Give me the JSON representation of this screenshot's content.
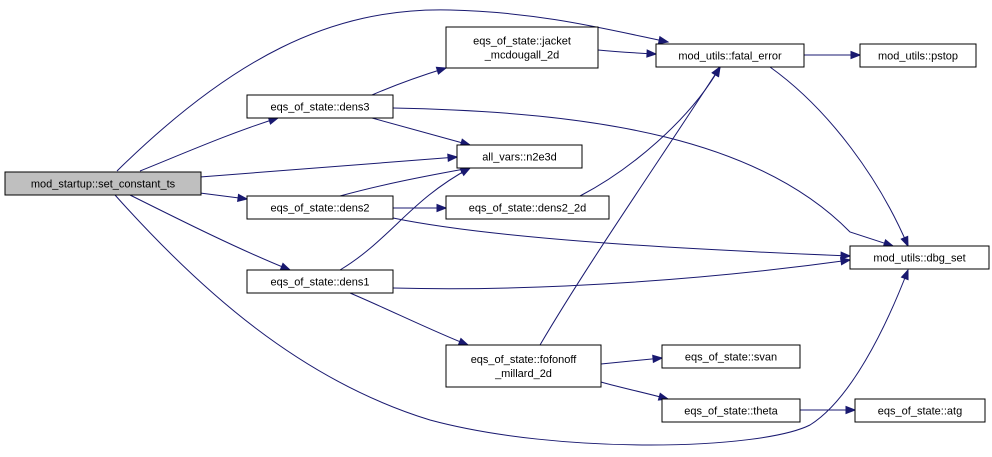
{
  "graph": {
    "edge_color": "#191970",
    "root_fill": "#bfbfbf",
    "nodes": [
      {
        "id": "set_constant_ts",
        "lines": [
          "mod_startup::set_constant_ts"
        ],
        "root": true
      },
      {
        "id": "dens3",
        "lines": [
          "eqs_of_state::dens3"
        ]
      },
      {
        "id": "dens2",
        "lines": [
          "eqs_of_state::dens2"
        ]
      },
      {
        "id": "dens1",
        "lines": [
          "eqs_of_state::dens1"
        ]
      },
      {
        "id": "jacket",
        "lines": [
          "eqs_of_state::jacket",
          "_mcdougall_2d"
        ]
      },
      {
        "id": "n2e3d",
        "lines": [
          "all_vars::n2e3d"
        ]
      },
      {
        "id": "dens2_2d",
        "lines": [
          "eqs_of_state::dens2_2d"
        ]
      },
      {
        "id": "fofonoff",
        "lines": [
          "eqs_of_state::fofonoff",
          "_millard_2d"
        ]
      },
      {
        "id": "fatal_error",
        "lines": [
          "mod_utils::fatal_error"
        ]
      },
      {
        "id": "pstop",
        "lines": [
          "mod_utils::pstop"
        ]
      },
      {
        "id": "dbg_set",
        "lines": [
          "mod_utils::dbg_set"
        ]
      },
      {
        "id": "svan",
        "lines": [
          "eqs_of_state::svan"
        ]
      },
      {
        "id": "theta",
        "lines": [
          "eqs_of_state::theta"
        ]
      },
      {
        "id": "atg",
        "lines": [
          "eqs_of_state::atg"
        ]
      }
    ],
    "edges": [
      {
        "from": "set_constant_ts",
        "to": "fatal_error"
      },
      {
        "from": "set_constant_ts",
        "to": "dens3"
      },
      {
        "from": "set_constant_ts",
        "to": "n2e3d"
      },
      {
        "from": "set_constant_ts",
        "to": "dens2"
      },
      {
        "from": "set_constant_ts",
        "to": "dens1"
      },
      {
        "from": "set_constant_ts",
        "to": "dbg_set"
      },
      {
        "from": "dens3",
        "to": "jacket"
      },
      {
        "from": "dens3",
        "to": "n2e3d"
      },
      {
        "from": "dens3",
        "to": "dbg_set"
      },
      {
        "from": "dens2",
        "to": "n2e3d"
      },
      {
        "from": "dens2",
        "to": "dens2_2d"
      },
      {
        "from": "dens2",
        "to": "dbg_set"
      },
      {
        "from": "dens1",
        "to": "n2e3d"
      },
      {
        "from": "dens1",
        "to": "dbg_set"
      },
      {
        "from": "dens1",
        "to": "fofonoff"
      },
      {
        "from": "jacket",
        "to": "fatal_error"
      },
      {
        "from": "dens2_2d",
        "to": "fatal_error"
      },
      {
        "from": "fofonoff",
        "to": "fatal_error"
      },
      {
        "from": "fofonoff",
        "to": "svan"
      },
      {
        "from": "fofonoff",
        "to": "theta"
      },
      {
        "from": "fatal_error",
        "to": "pstop"
      },
      {
        "from": "fatal_error",
        "to": "dbg_set"
      },
      {
        "from": "theta",
        "to": "atg"
      }
    ]
  }
}
